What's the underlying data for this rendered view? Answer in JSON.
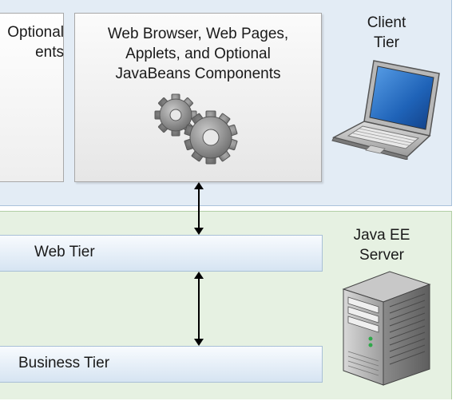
{
  "client_tier": {
    "label_line1": "Client",
    "label_line2": "Tier",
    "left_box_line1": "Optional",
    "left_box_line2": "ents",
    "main_box_line1": "Web Browser, Web Pages,",
    "main_box_line2": "Applets, and Optional",
    "main_box_line3": "JavaBeans Components"
  },
  "server_tier": {
    "label_line1": "Java EE",
    "label_line2": "Server",
    "web_tier_label": "Web Tier",
    "business_tier_label": "Business Tier"
  },
  "colors": {
    "client_tier_bg": "#e3ecf5",
    "server_tier_bg": "#e6f1e2",
    "arrow": "#000000"
  },
  "icons": [
    "gears-icon",
    "laptop-icon",
    "server-tower-icon",
    "double-arrow-icon"
  ]
}
